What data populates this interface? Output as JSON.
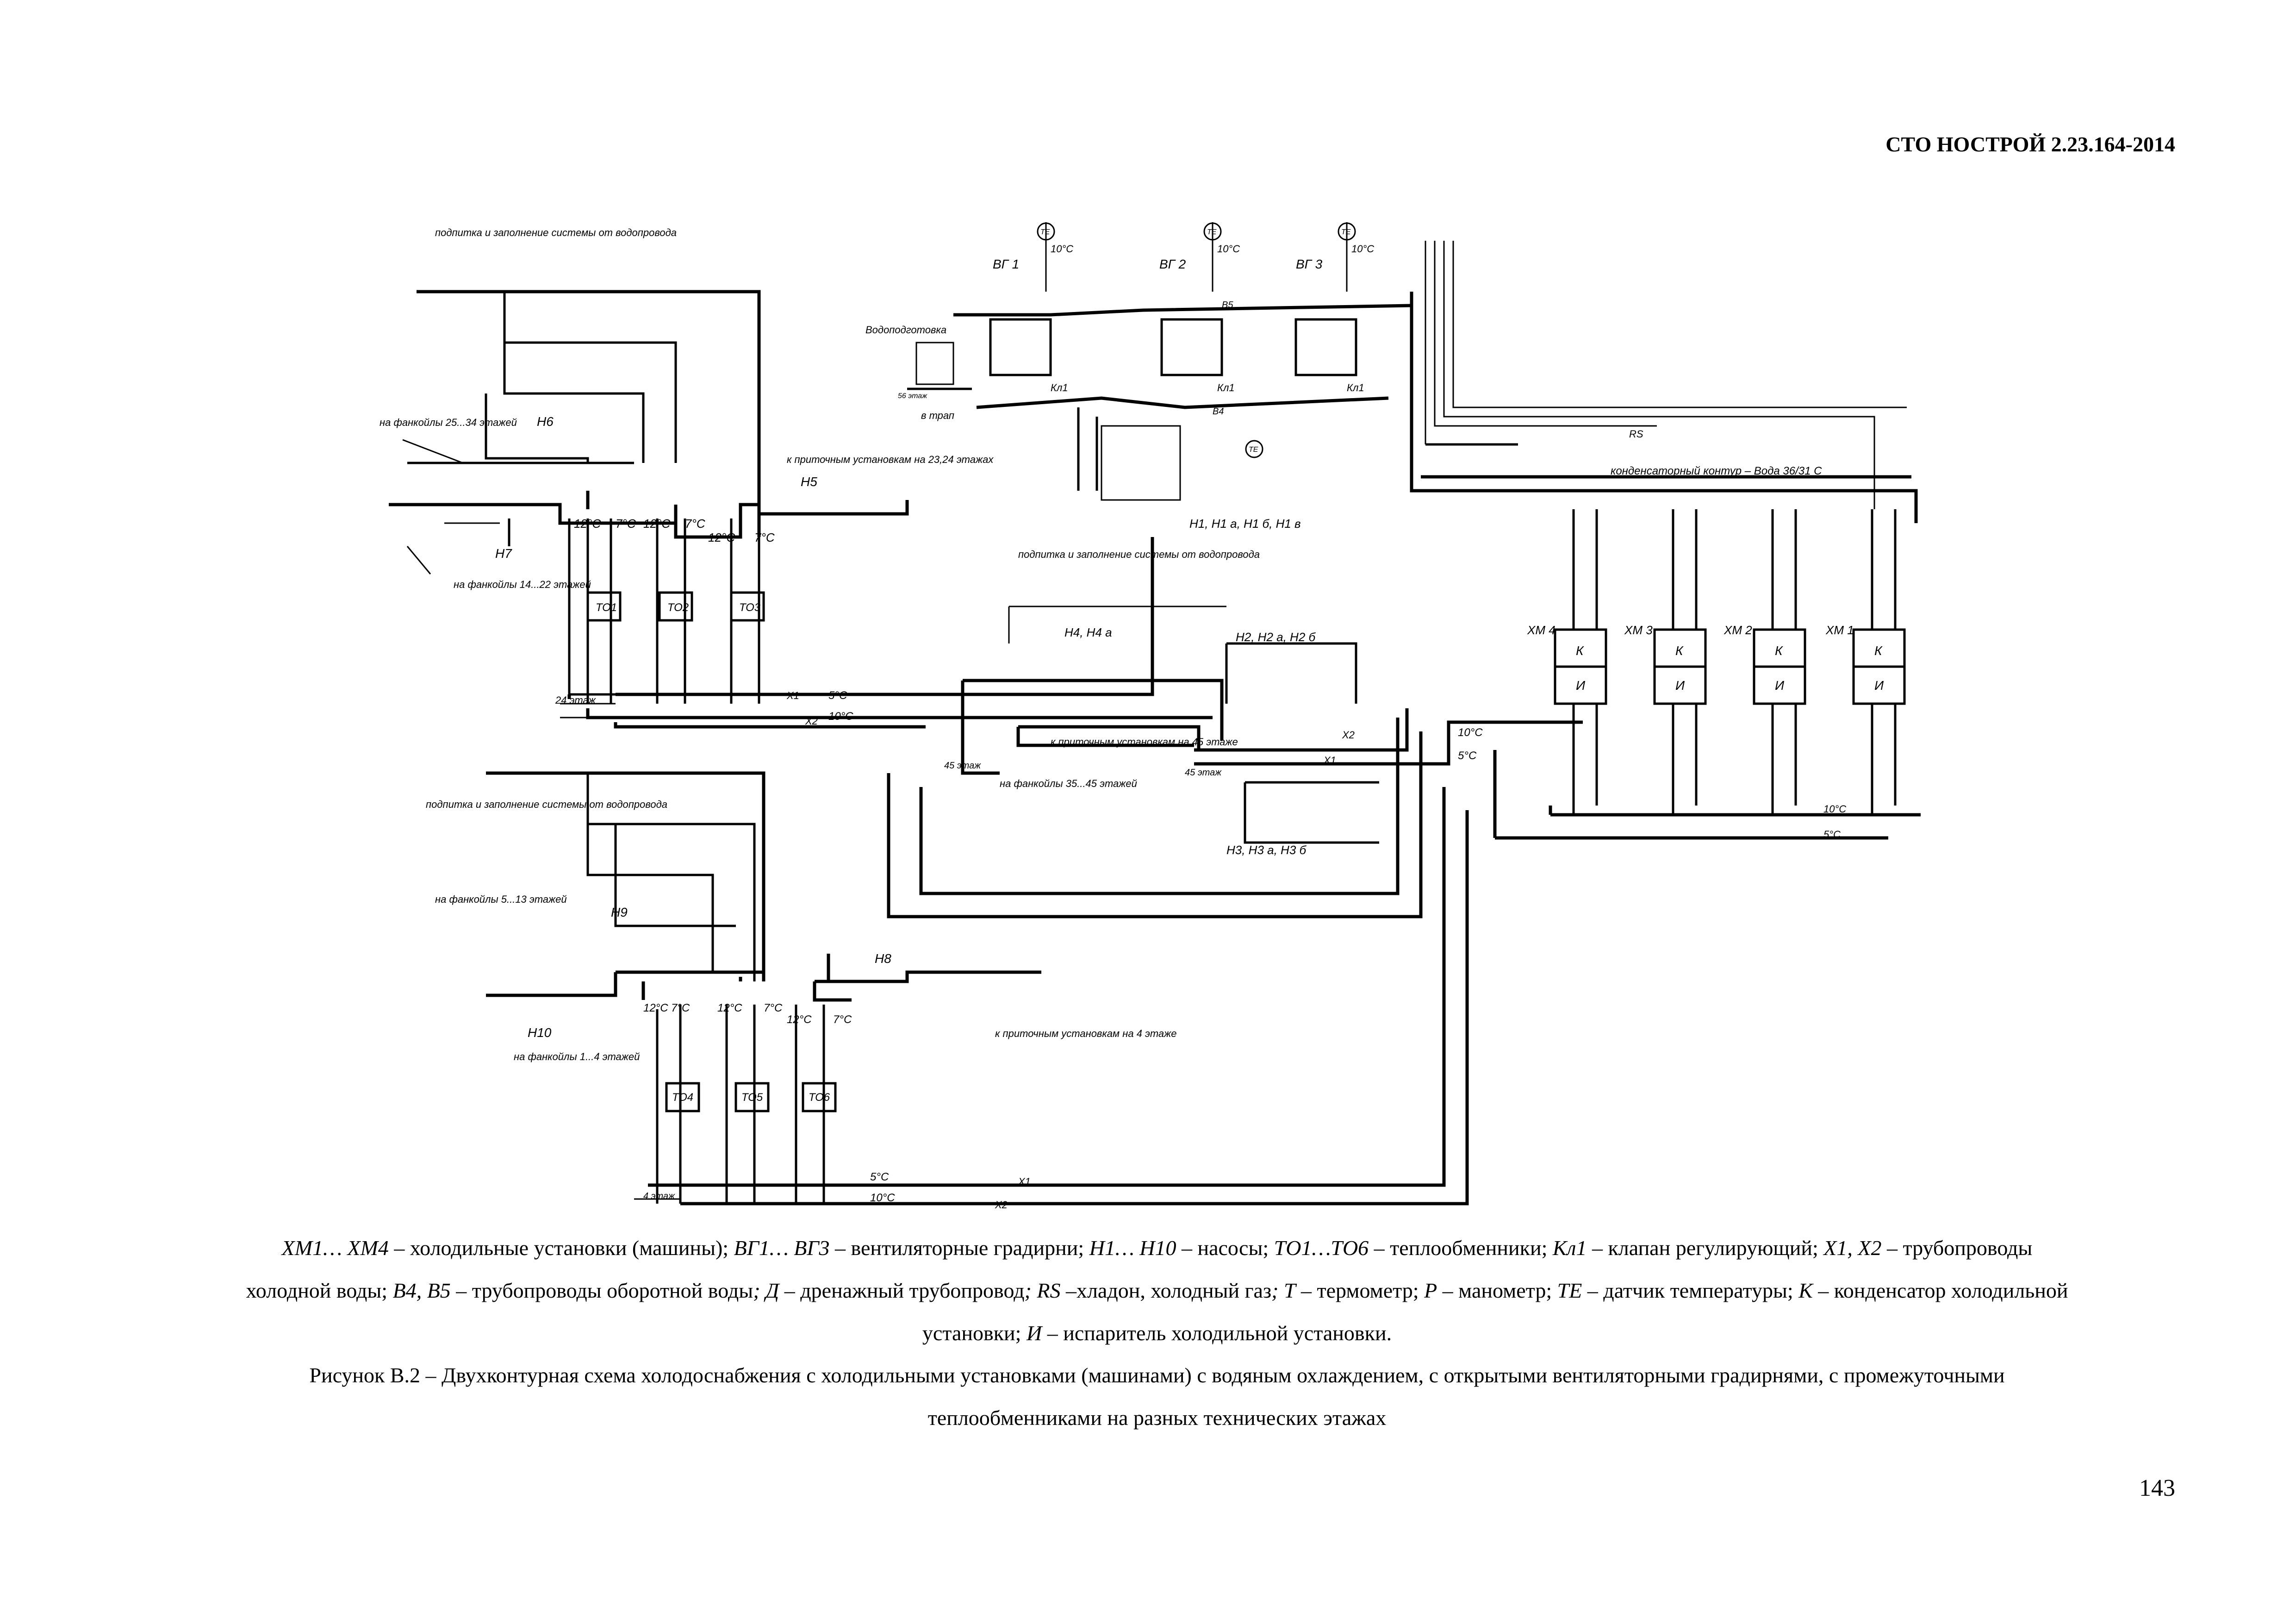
{
  "header": {
    "doc_code": "СТО НОСТРОЙ 2.23.164-2014"
  },
  "diagram": {
    "labels": {
      "makeup1": "подпитка и заполнение системы от водопровода",
      "makeup2": "подпитка и заполнение системы от водопровода",
      "makeup3": "подпитка и заполнение системы от водопровода",
      "fan_25_34": "на фанкойлы 25...34 этажей",
      "fan_14_22": "на фанкойлы 14...22 этажей",
      "fan_5_13": "на фанкойлы 5...13 этажей",
      "fan_1_4": "на фанкойлы 1...4 этажей",
      "fan_35_45": "на фанкойлы 35...45 этажей",
      "supply_23_24": "к приточным установкам на 23,24 этажах",
      "supply_45": "к приточным установкам на 45 этаже",
      "supply_4": "к приточным установкам на 4 этаже",
      "water_prep": "Водоподготовка",
      "drain": "в трап",
      "condenser_loop": "конденсаторный контур – Вода 36/31 С",
      "floor_24": "24 этаж",
      "floor_45a": "45 этаж",
      "floor_45b": "45 этаж",
      "floor_4": "4 этаж",
      "floor_56": "56 этаж",
      "pumps_h1": "Н1, Н1 а, Н1 б, Н1 в",
      "pumps_h2": "Н2, Н2 а, Н2 б",
      "pumps_h3": "Н3, Н3 а, Н3 б",
      "pumps_h4": "Н4, Н4 а",
      "pump_h5": "Н5",
      "pump_h6": "Н6",
      "pump_h7": "Н7",
      "pump_h8": "Н8",
      "pump_h9": "Н9",
      "pump_h10": "Н10",
      "tower1": "ВГ 1",
      "tower2": "ВГ 2",
      "tower3": "ВГ 3",
      "te": "ТЕ",
      "kl": "Кл1",
      "t10": "10°С",
      "t12": "12°С",
      "t7": "7°С",
      "t5": "5°С",
      "x1": "Х1",
      "x2": "Х2",
      "b4": "В4",
      "b5": "В5",
      "rs": "RS",
      "hm1": "ХМ 1",
      "hm2": "ХМ 2",
      "hm3": "ХМ 3",
      "hm4": "ХМ 4",
      "k": "К",
      "i": "И",
      "to1": "ТО1",
      "to2": "ТО2",
      "to3": "ТО3",
      "to4": "ТО4",
      "to5": "ТО5",
      "to6": "ТО6"
    }
  },
  "caption": {
    "line1_items": [
      {
        "term": "ХМ1… ХМ4",
        "desc": " – холодильные установки (машины); "
      },
      {
        "term": "ВГ1… ВГ3",
        "desc": " – вентиляторные градирни; "
      },
      {
        "term": "Н1… Н10",
        "desc": " – насосы; "
      },
      {
        "term": "ТО1…ТО6",
        "desc": " – теплообменники; "
      },
      {
        "term": "Кл1",
        "desc": " – клапан регулирующий; "
      },
      {
        "term": "Х1, Х2",
        "desc": " – трубопроводы"
      }
    ],
    "line2_items": [
      {
        "term": "",
        "desc": "холодной воды; "
      },
      {
        "term": "В4, В5",
        "desc": " – трубопроводы оборотной воды"
      },
      {
        "term": "; Д",
        "desc": " – дренажный трубопровод"
      },
      {
        "term": "; RS",
        "desc": " –хладон, холодный газ"
      },
      {
        "term": "; Т",
        "desc": " – термометр; "
      },
      {
        "term": "Р",
        "desc": " – манометр; "
      },
      {
        "term": "ТЕ",
        "desc": " – датчик температуры; "
      },
      {
        "term": "К",
        "desc": " – конденсатор холодильной"
      }
    ],
    "line3_items": [
      {
        "term": "",
        "desc": "установки; "
      },
      {
        "term": "И",
        "desc": " – испаритель холодильной установки."
      }
    ]
  },
  "figure": {
    "title_line1": "Рисунок В.2 – Двухконтурная схема холодоснабжения с холодильными установками (машинами) с водяным охлаждением, с открытыми вентиляторными градирнями, с промежуточными",
    "title_line2": "теплообменниками на разных технических этажах"
  },
  "page": {
    "number": "143"
  }
}
